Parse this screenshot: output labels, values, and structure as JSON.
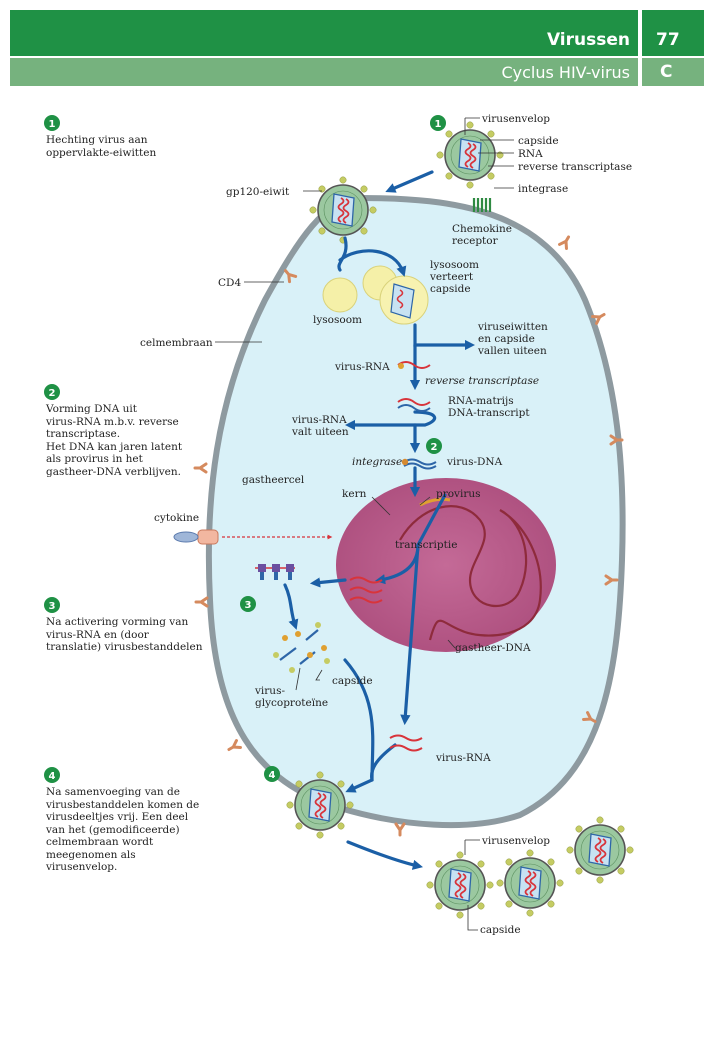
{
  "header": {
    "chapter": "Virussen",
    "page_number": "77",
    "subtitle": "Cyclus HIV-virus",
    "section": "C"
  },
  "steps": [
    {
      "number": "1",
      "text": "Hechting virus aan\noppervlakte-eiwitten"
    },
    {
      "number": "2",
      "text": "Vorming DNA uit\nvirus-RNA m.b.v. reverse\ntranscriptase.\nHet DNA kan jaren latent\nals provirus in het\ngastheer-DNA verblijven."
    },
    {
      "number": "3",
      "text": "Na activering vorming van\nvirus-RNA en (door\ntranslatie) virusbestanddelen"
    },
    {
      "number": "4",
      "text": "Na samenvoeging van de\nvirusbestanddelen komen de\nvirusdeeltjes vrij. Een deel\nvan het (gemodificeerde)\ncelmembraan wordt\nmeegenomen als\nvirusenvelop."
    }
  ],
  "labels": {
    "virusenvelop": "virusenvelop",
    "capside": "capside",
    "rna": "RNA",
    "reverse_transcriptase": "reverse transcriptase",
    "integrase": "integrase",
    "gp120": "gp120-eiwit",
    "chemokine_receptor": "Chemokine\nreceptor",
    "cd4": "CD4",
    "lysosoom_verteert": "lysosoom\nverteert\ncapside",
    "lysosoom": "lysosoom",
    "celmembraan": "celmembraan",
    "viruseiwitten": "viruseiwitten\nen capside\nvallen uiteen",
    "virus_rna": "virus-RNA",
    "reverse_transcriptase_step": "reverse transcriptase",
    "rna_matrijs": "RNA-matrijs",
    "dna_transcript": "DNA-transcript",
    "virus_rna_valt": "virus-RNA\nvalt uiteen",
    "integrase_step": "integrase",
    "virus_dna": "virus-DNA",
    "gastheercel": "gastheercel",
    "kern": "kern",
    "provirus": "provirus",
    "cytokine": "cytokine",
    "transcriptie": "transcriptie",
    "gastheer_dna": "gastheer-DNA",
    "capside_mid": "capside",
    "virus_glycoproteine": "virus-\nglycoproteïne",
    "virus_rna_bottom": "virus-RNA",
    "virusenvelop_bottom": "virusenvelop",
    "capside_bottom": "capside"
  },
  "colors": {
    "header_dark": "#1f9145",
    "header_light": "#76b27e",
    "arrow": "#1b5fa6",
    "membrane": "#8e9aa0",
    "cytoplasm": "#d9f1f8",
    "nucleus": "#b55683",
    "rna": "#d8343b",
    "virus_envelope": "#9bc8a0"
  }
}
